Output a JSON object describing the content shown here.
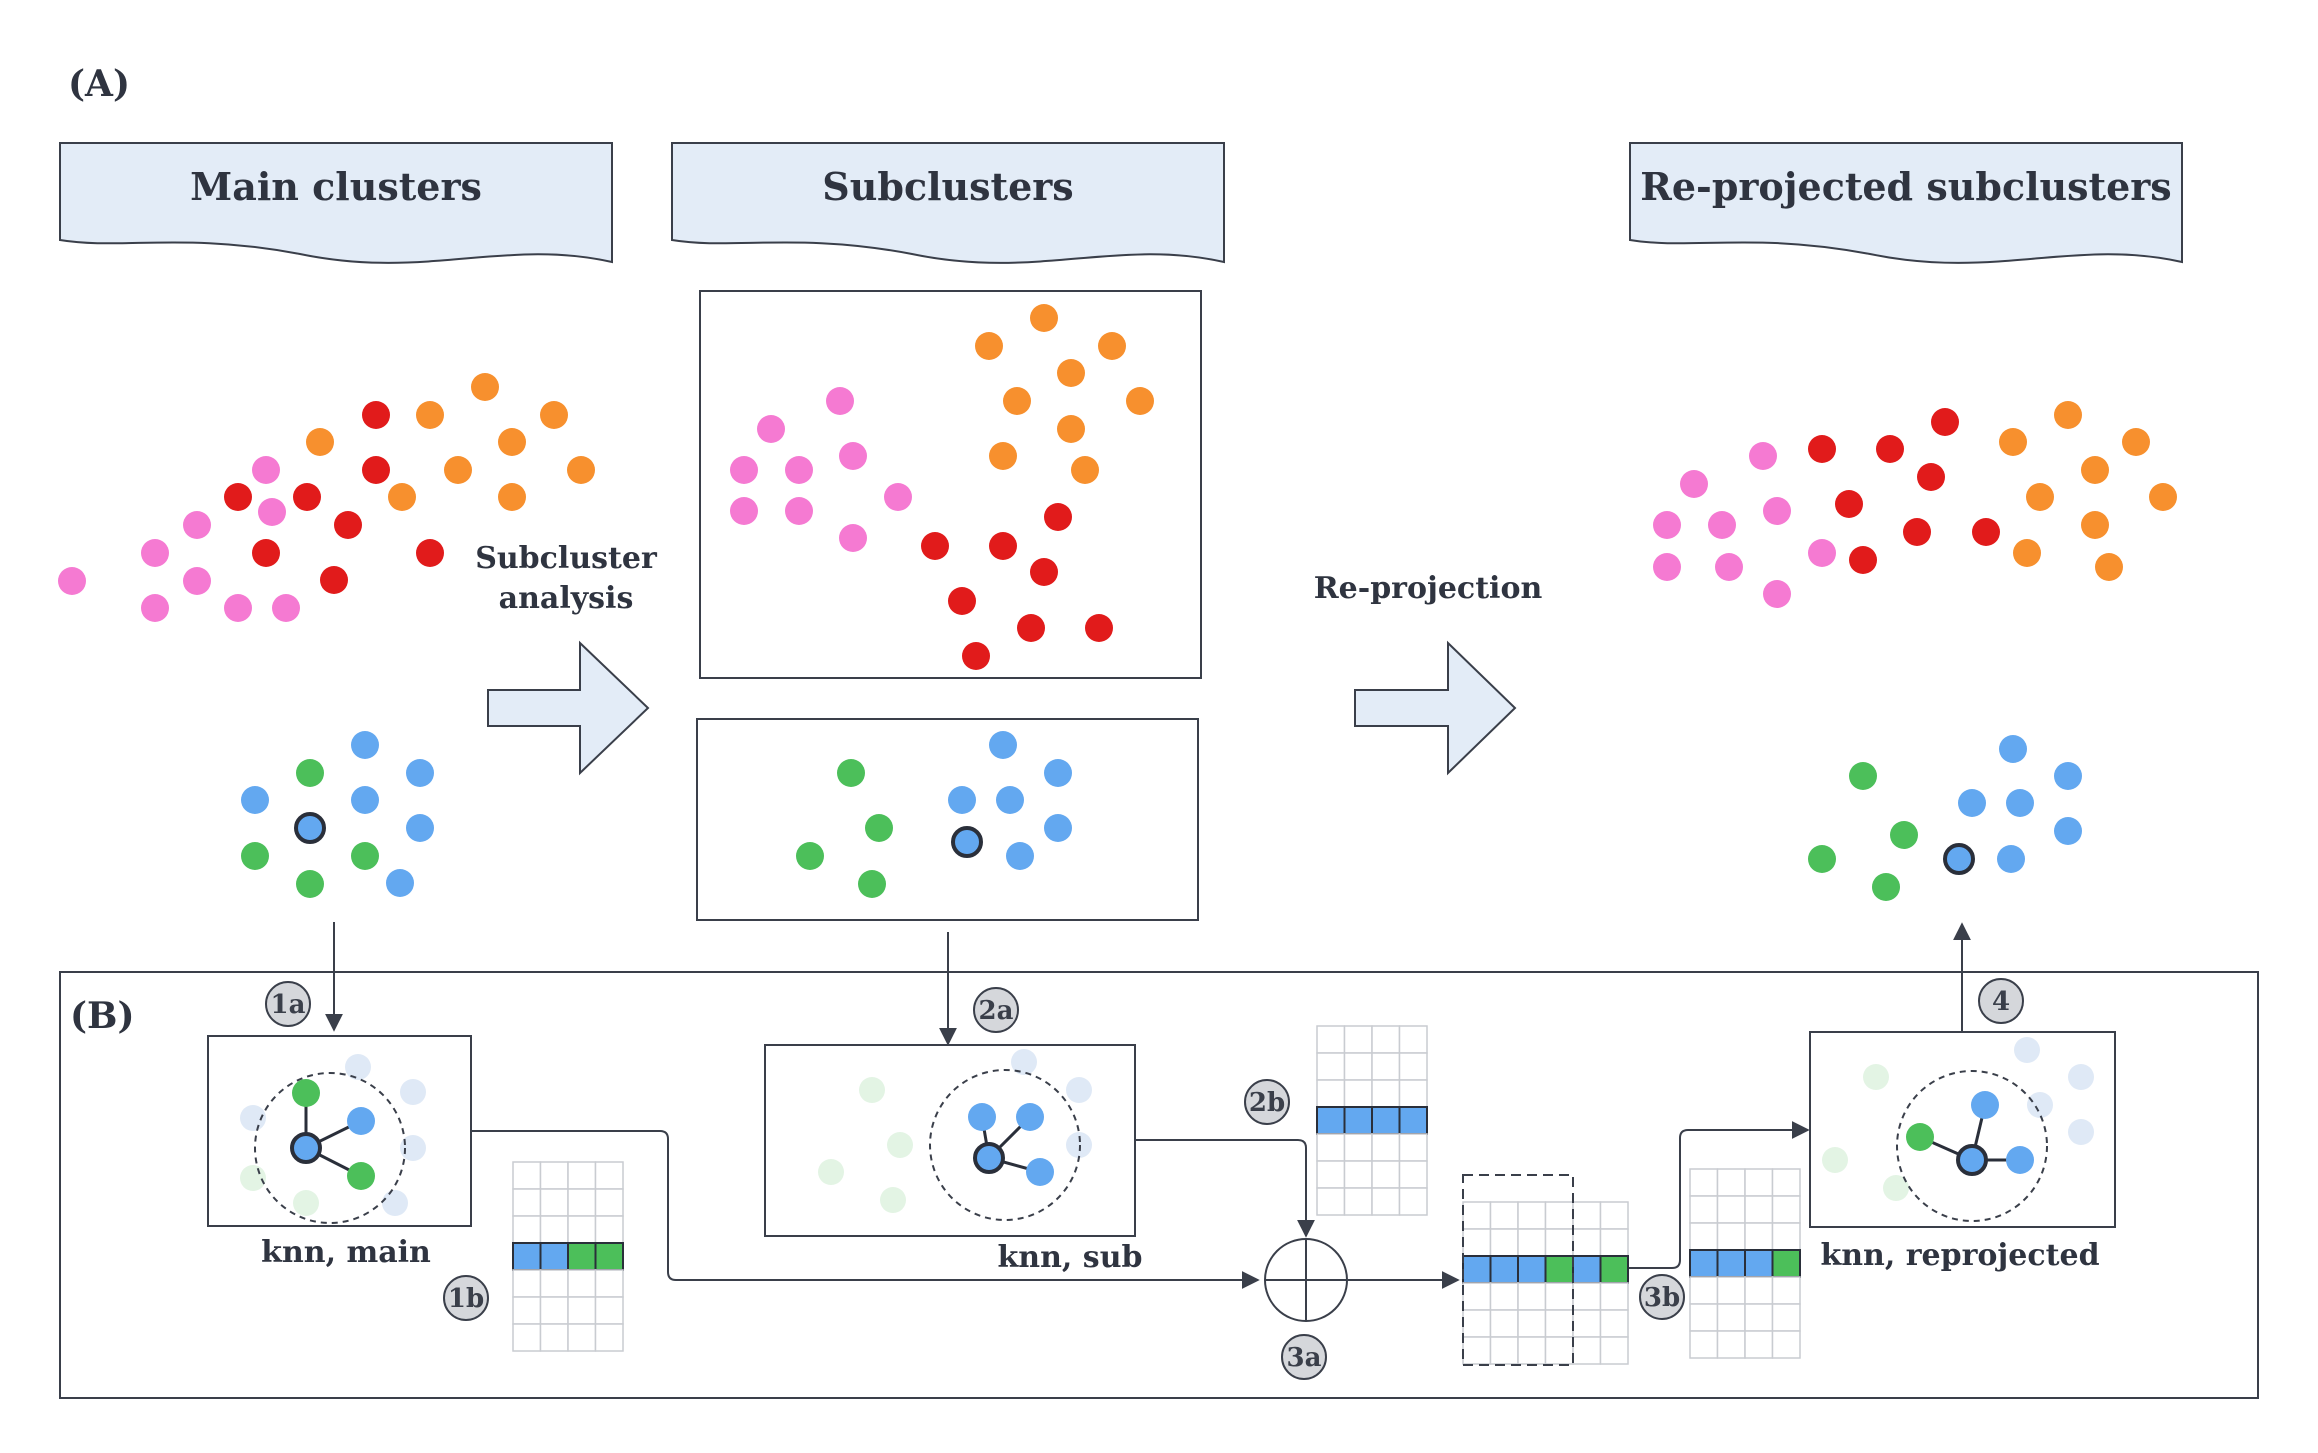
{
  "panel_a": {
    "label": "(A)",
    "titles": {
      "main": "Main clusters",
      "sub": "Subclusters",
      "reproj": "Re-projected subclusters"
    },
    "arrow_labels": {
      "subcluster_line1": "Subcluster",
      "subcluster_line2": "analysis",
      "reprojection": "Re-projection"
    }
  },
  "panel_b": {
    "label": "(B)",
    "captions": {
      "knn_main": "knn, main",
      "knn_sub": "knn, sub",
      "knn_reproj": "knn, reprojected"
    },
    "steps": {
      "s1a": "1a",
      "s1b": "1b",
      "s2a": "2a",
      "s2b": "2b",
      "s3a": "3a",
      "s3b": "3b",
      "s4": "4"
    }
  },
  "colors": {
    "pink": "#f57ad2",
    "red": "#e11b1b",
    "orange": "#f7902e",
    "green": "#4cbf5a",
    "blue": "#63a8f0",
    "header_fill": "#e3ecf7",
    "line": "#3a3f4a",
    "badge": "#d5d7db",
    "grid_line": "#c9ccd1"
  }
}
